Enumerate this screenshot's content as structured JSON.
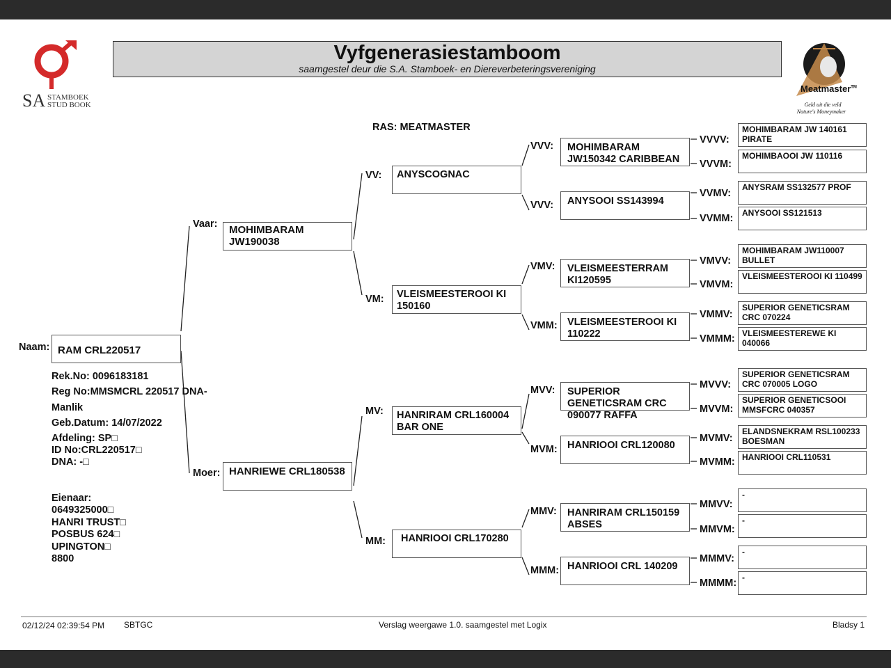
{
  "header": {
    "title": "Vyfgenerasiestamboom",
    "subtitle": "saamgestel deur die S.A. Stamboek- en Diereverbeteringsvereniging"
  },
  "left_logo": {
    "sa": "SA",
    "line1": "STAMBOEK",
    "line2": "STUD BOOK"
  },
  "right_logo": {
    "name": "Meatmaster",
    "tm": "TM",
    "slogan1": "Geld uit die veld",
    "slogan2": "Nature's Moneymaker"
  },
  "breed": "RAS: MEATMASTER",
  "animal": {
    "name_label": "Naam:",
    "name": "RAM CRL220517",
    "rek_no": "Rek.No: 0096183181",
    "reg_no": "Reg No:MMSMCRL 220517 DNA-",
    "sex": "Manlik",
    "birth_date": "Geb.Datum: 14/07/2022",
    "afdeling": "Afdeling: SP□",
    "id_no": "ID No:CRL220517□",
    "dna": "DNA: -□"
  },
  "owner": {
    "label": "Eienaar:",
    "phone": "0649325000□",
    "name": "HANRI TRUST□",
    "address": "POSBUS 624□",
    "town": "UPINGTON□",
    "code": "8800"
  },
  "gen1": [
    {
      "label": "Vaar:",
      "name": "MOHIMBARAM JW190038"
    },
    {
      "label": "Moer:",
      "name": "HANRIEWE CRL180538"
    }
  ],
  "gen2": [
    {
      "label": "VV:",
      "name": "ANYSCOGNAC"
    },
    {
      "label": "VM:",
      "name": "VLEISMEESTEROOI KI 150160"
    },
    {
      "label": "MV:",
      "name": "HANRIRAM CRL160004 BAR ONE"
    },
    {
      "label": "MM:",
      "name": "HANRIOOI CRL170280"
    }
  ],
  "gen3": [
    {
      "label": "VVV:",
      "name": "MOHIMBARAM JW150342 CARIBBEAN"
    },
    {
      "label": "VVV:",
      "name": "ANYSOOI SS143994"
    },
    {
      "label": "VMV:",
      "name": "VLEISMEESTERRAM KI120595"
    },
    {
      "label": "VMM:",
      "name": "VLEISMEESTEROOI KI 110222"
    },
    {
      "label": "MVV:",
      "name": "SUPERIOR GENETICSRAM CRC 090077 RAFFA"
    },
    {
      "label": "MVM:",
      "name": "HANRIOOI CRL120080"
    },
    {
      "label": "MMV:",
      "name": "HANRIRAM CRL150159 ABSES"
    },
    {
      "label": "MMM:",
      "name": "HANRIOOI CRL 140209"
    }
  ],
  "gen4": [
    {
      "label": "VVVV:",
      "name": "MOHIMBARAM JW 140161 PIRATE"
    },
    {
      "label": "VVVM:",
      "name": "MOHIMBAOOI JW 110116"
    },
    {
      "label": "VVMV:",
      "name": "ANYSRAM SS132577 PROF"
    },
    {
      "label": "VVMM:",
      "name": "ANYSOOI SS121513"
    },
    {
      "label": "VMVV:",
      "name": "MOHIMBARAM JW110007 BULLET"
    },
    {
      "label": "VMVM:",
      "name": "VLEISMEESTEROOI KI 110499"
    },
    {
      "label": "VMMV:",
      "name": "SUPERIOR GENETICSRAM CRC 070224"
    },
    {
      "label": "VMMM:",
      "name": "VLEISMEESTEREWE KI 040066"
    },
    {
      "label": "MVVV:",
      "name": "SUPERIOR GENETICSRAM CRC 070005 LOGO"
    },
    {
      "label": "MVVM:",
      "name": "SUPERIOR GENETICSOOI MMSFCRC 040357"
    },
    {
      "label": "MVMV:",
      "name": "ELANDSNEKRAM RSL100233 BOESMAN"
    },
    {
      "label": "MVMM:",
      "name": "HANRIOOI CRL110531"
    },
    {
      "label": "MMVV:",
      "name": "-"
    },
    {
      "label": "MMVM:",
      "name": "-"
    },
    {
      "label": "MMMV:",
      "name": "-"
    },
    {
      "label": "MMMM:",
      "name": "-"
    }
  ],
  "footer": {
    "timestamp": "02/12/24 02:39:54 PM",
    "code": "SBTGC",
    "report": "Verslag weergawe 1.0. saamgestel met Logix",
    "page": "Bladsy 1"
  },
  "colors": {
    "viewer_bar": "#2b2b2b",
    "title_band": "#d4d4d4",
    "logo_red": "#d42a2a",
    "logo_brown": "#c48a4a"
  }
}
